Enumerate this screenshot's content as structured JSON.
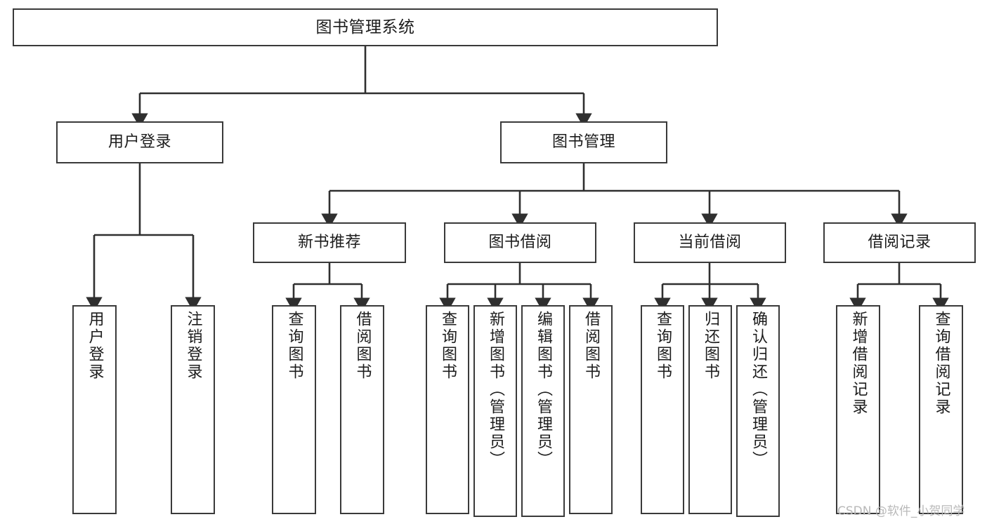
{
  "diagram": {
    "title": "图书管理系统",
    "type": "tree-hierarchy",
    "watermark": "CSDN @软件_小贺同学",
    "colors": {
      "box_border": "#3a3a3a",
      "box_fill": "#ffffff",
      "connector": "#2f2f2f",
      "text": "#1c1c1c",
      "watermark": "#b9b9b9",
      "background": "#ffffff"
    },
    "root": {
      "label": "图书管理系统"
    },
    "level1": [
      {
        "label": "用户登录"
      },
      {
        "label": "图书管理"
      }
    ],
    "level2": [
      {
        "label": "新书推荐"
      },
      {
        "label": "图书借阅"
      },
      {
        "label": "当前借阅"
      },
      {
        "label": "借阅记录"
      }
    ],
    "leaves": {
      "user_login": [
        {
          "label": "用户登录"
        },
        {
          "label": "注销登录"
        }
      ],
      "new_book_recommend": [
        {
          "label": "查询图书"
        },
        {
          "label": "借阅图书"
        }
      ],
      "book_borrow": [
        {
          "label": "查询图书"
        },
        {
          "label": "新增图书（管理员）"
        },
        {
          "label": "编辑图书（管理员）"
        },
        {
          "label": "借阅图书"
        }
      ],
      "current_borrow": [
        {
          "label": "查询图书"
        },
        {
          "label": "归还图书"
        },
        {
          "label": "确认归还（管理员）"
        }
      ],
      "borrow_record": [
        {
          "label": "新增借阅记录"
        },
        {
          "label": "查询借阅记录"
        }
      ]
    }
  }
}
